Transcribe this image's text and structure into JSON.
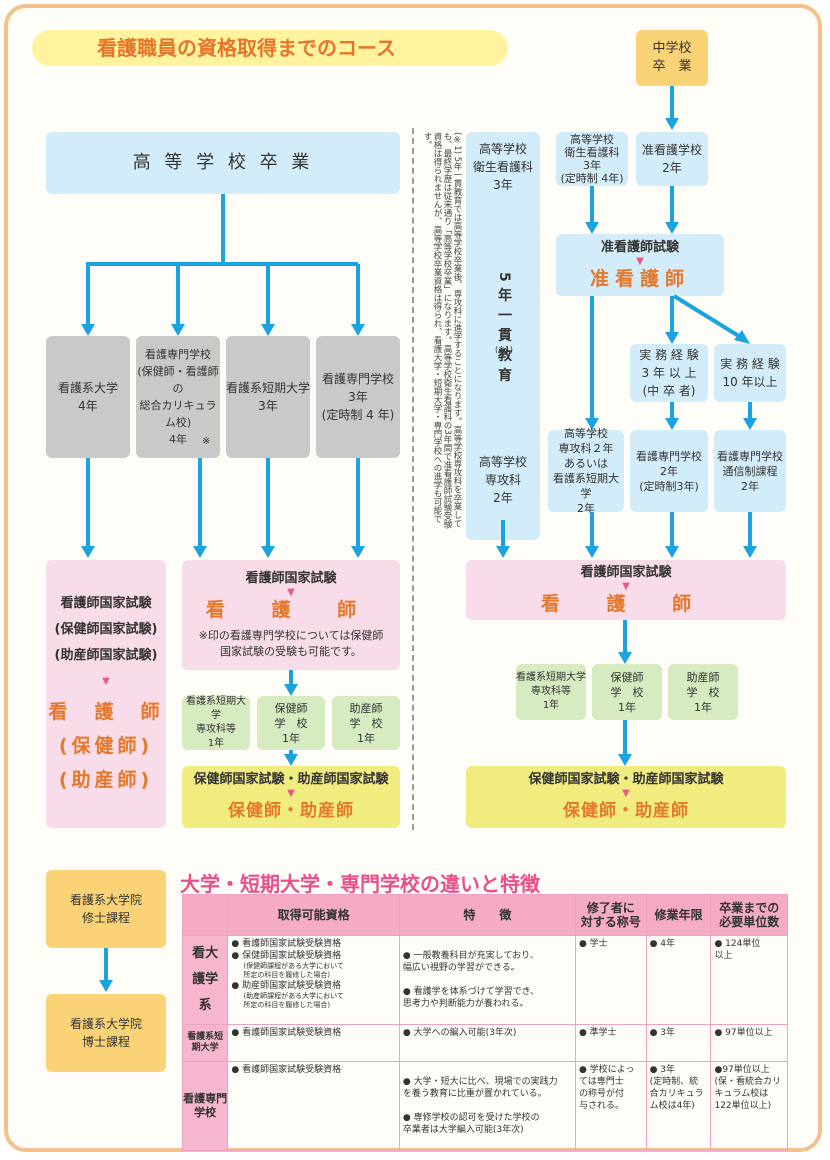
{
  "title": "看護職員の資格取得までのコース",
  "left": {
    "top_box": "高 等 学 校 卒 業",
    "schools": [
      "看護系大学\n4年",
      "看護専門学校\n(保健師・看護師の\n総合カリキュラム校)\n4年",
      "看護系短期大学\n3年",
      "看護専門学校\n3年\n(定時制 4 年)"
    ],
    "school2_mark": "※",
    "exam_separate": {
      "lines": [
        "看護師国家試験",
        "(保健師国家試験)",
        "(助産師国家試験)"
      ],
      "tri": "▼",
      "results": [
        "看　護　師",
        "(保健師)",
        "(助産師)"
      ]
    },
    "exam_main": {
      "name": "看護師国家試験",
      "tri": "▼",
      "result": "看 護 師",
      "note": "※印の看護専門学校については保健師\n国家試験の受験も可能です。"
    },
    "post": [
      "看護系短期大学\n専攻科等\n1年",
      "保健師\n学　校\n1年",
      "助産師\n学　校\n1年"
    ],
    "final": {
      "name": "保健師国家試験・助産師国家試験",
      "tri": "▼",
      "result": "保健師・助産師"
    }
  },
  "note_vertical": "(※1) 5年一貫教育では高等学校卒業後、専攻科に進学することになります。高等学校専攻科を卒業しても、最終学歴は従来通り「高等学校卒業」になります。高等学校衛生看護科の3年間で准看護師試験受験資格は得られませんが、高等学校卒業資格は得られ、看護大学・短期大学・専門学校への進学も可能です。",
  "right": {
    "junior_high": "中学校\n卒　業",
    "eisei": "高等学校\n衛生看護科\n3年",
    "ikkan": "5年一貫教育",
    "ikkan_note": "(※1)",
    "senkou": "高等学校\n専攻科\n2年",
    "eisei_teiji": "高等学校\n衛生看護科\n3年\n(定時制 4年)",
    "junkango_school": "准看護学校\n2年",
    "jun_exam": {
      "name": "准看護師試験",
      "tri": "▼",
      "result": "准看護師"
    },
    "exp1": "実 務 経 験\n3 年 以 上\n(中 卒 者)",
    "exp2": "実 務 経 験\n10 年以上",
    "upgrade": [
      "高等学校\n専攻科２年\nあるいは\n看護系短期大学\n2年",
      "看護専門学校\n2年\n(定時制3年)",
      "看護専門学校\n通信制課程\n2年"
    ],
    "exam_main": {
      "name": "看護師国家試験",
      "tri": "▼",
      "result": "看 護 師"
    },
    "post": [
      "看護系短期大学\n専攻科等\n1年",
      "保健師\n学　校\n1年",
      "助産師\n学　校\n1年"
    ],
    "final": {
      "name": "保健師国家試験・助産師国家試験",
      "tri": "▼",
      "result": "保健師・助産師"
    }
  },
  "grad": {
    "master": "看護系大学院\n修士課程",
    "doctor": "看護系大学院\n博士課程"
  },
  "comparison": {
    "title": "大学・短期大学・専門学校の違いと特徴",
    "headers": [
      "取得可能資格",
      "特　　徴",
      "修了者に\n対する称号",
      "修業年限",
      "卒業までの\n必要単位数"
    ],
    "rows": [
      {
        "type": "看大\n護学\n系",
        "quals": [
          "● 看護師国家試験受験資格",
          "● 保健師国家試験受験資格",
          "(保健師課程がある大学において\n所定の科目を履修した場合)",
          "● 助産師国家試験受験資格",
          "(助産師課程がある大学において\n所定の科目を履修した場合)"
        ],
        "features": [
          "● 一般教養科目が充実しており、\n幅広い視野の学習ができる。",
          "● 看護学を体系づけて学習でき、\n思考力や判断能力が養われる。"
        ],
        "title": "● 学士",
        "years": "● 4年",
        "credits": "● 124単位\n以上"
      },
      {
        "type": "看護系短期大学",
        "quals": [
          "● 看護師国家試験受験資格"
        ],
        "features": [
          "● 大学への編入可能(3年次)"
        ],
        "title": "● 準学士",
        "years": "● 3年",
        "credits": "● 97単位以上"
      },
      {
        "type": "看護専門学校",
        "quals": [
          "● 看護師国家試験受験資格"
        ],
        "features": [
          "● 大学・短大に比べ、現場での実践力\nを養う教育に比重が置かれている。",
          "● 専修学校の認可を受けた学校の\n卒業者は大学編入可能(3年次)"
        ],
        "title": "● 学校によっ\nては専門士\nの称号が付\n与される。",
        "years": "● 3年\n(定時制、統\n合カリキュラ\nム校は4年)",
        "credits": "●97単位以上\n(保・看統合カリ\nキュラム校は\n122単位以上)"
      }
    ]
  }
}
